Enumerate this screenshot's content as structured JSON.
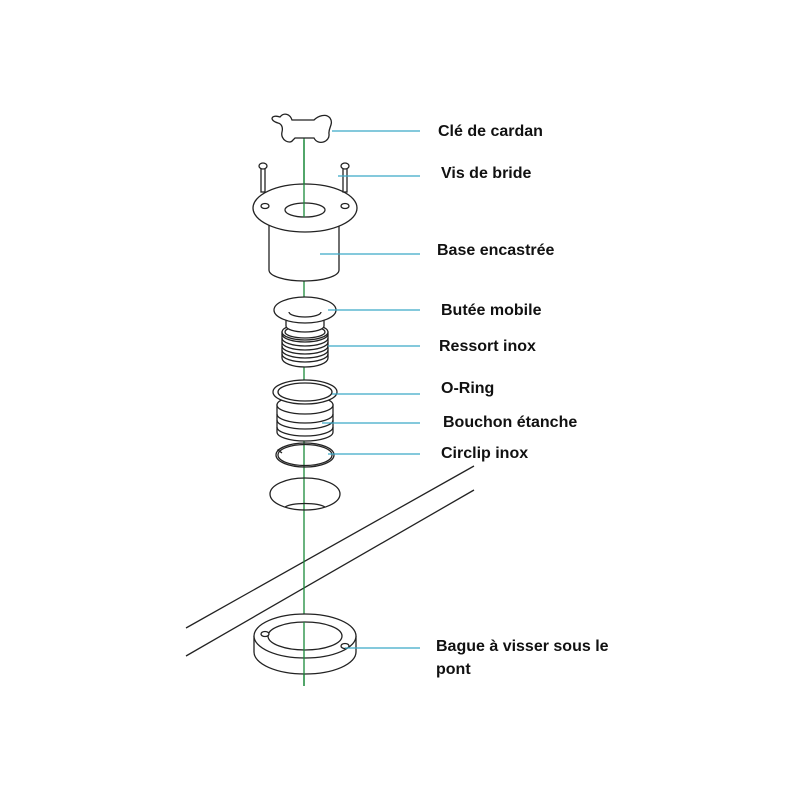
{
  "title": "Exploded view of flush deck fitting",
  "colors": {
    "leader": "#3aa9c8",
    "axis": "#1a8a3a",
    "line": "#222222"
  },
  "labels": {
    "cle": "Clé de cardan",
    "vis": "Vis de bride",
    "base": "Base encastrée",
    "butee": "Butée mobile",
    "ressort": "Ressort inox",
    "oring": "O-Ring",
    "bouchon": "Bouchon étanche",
    "circlip": "Circlip inox",
    "bague_line1": "Bague à visser sous le",
    "bague_line2": "pont"
  }
}
